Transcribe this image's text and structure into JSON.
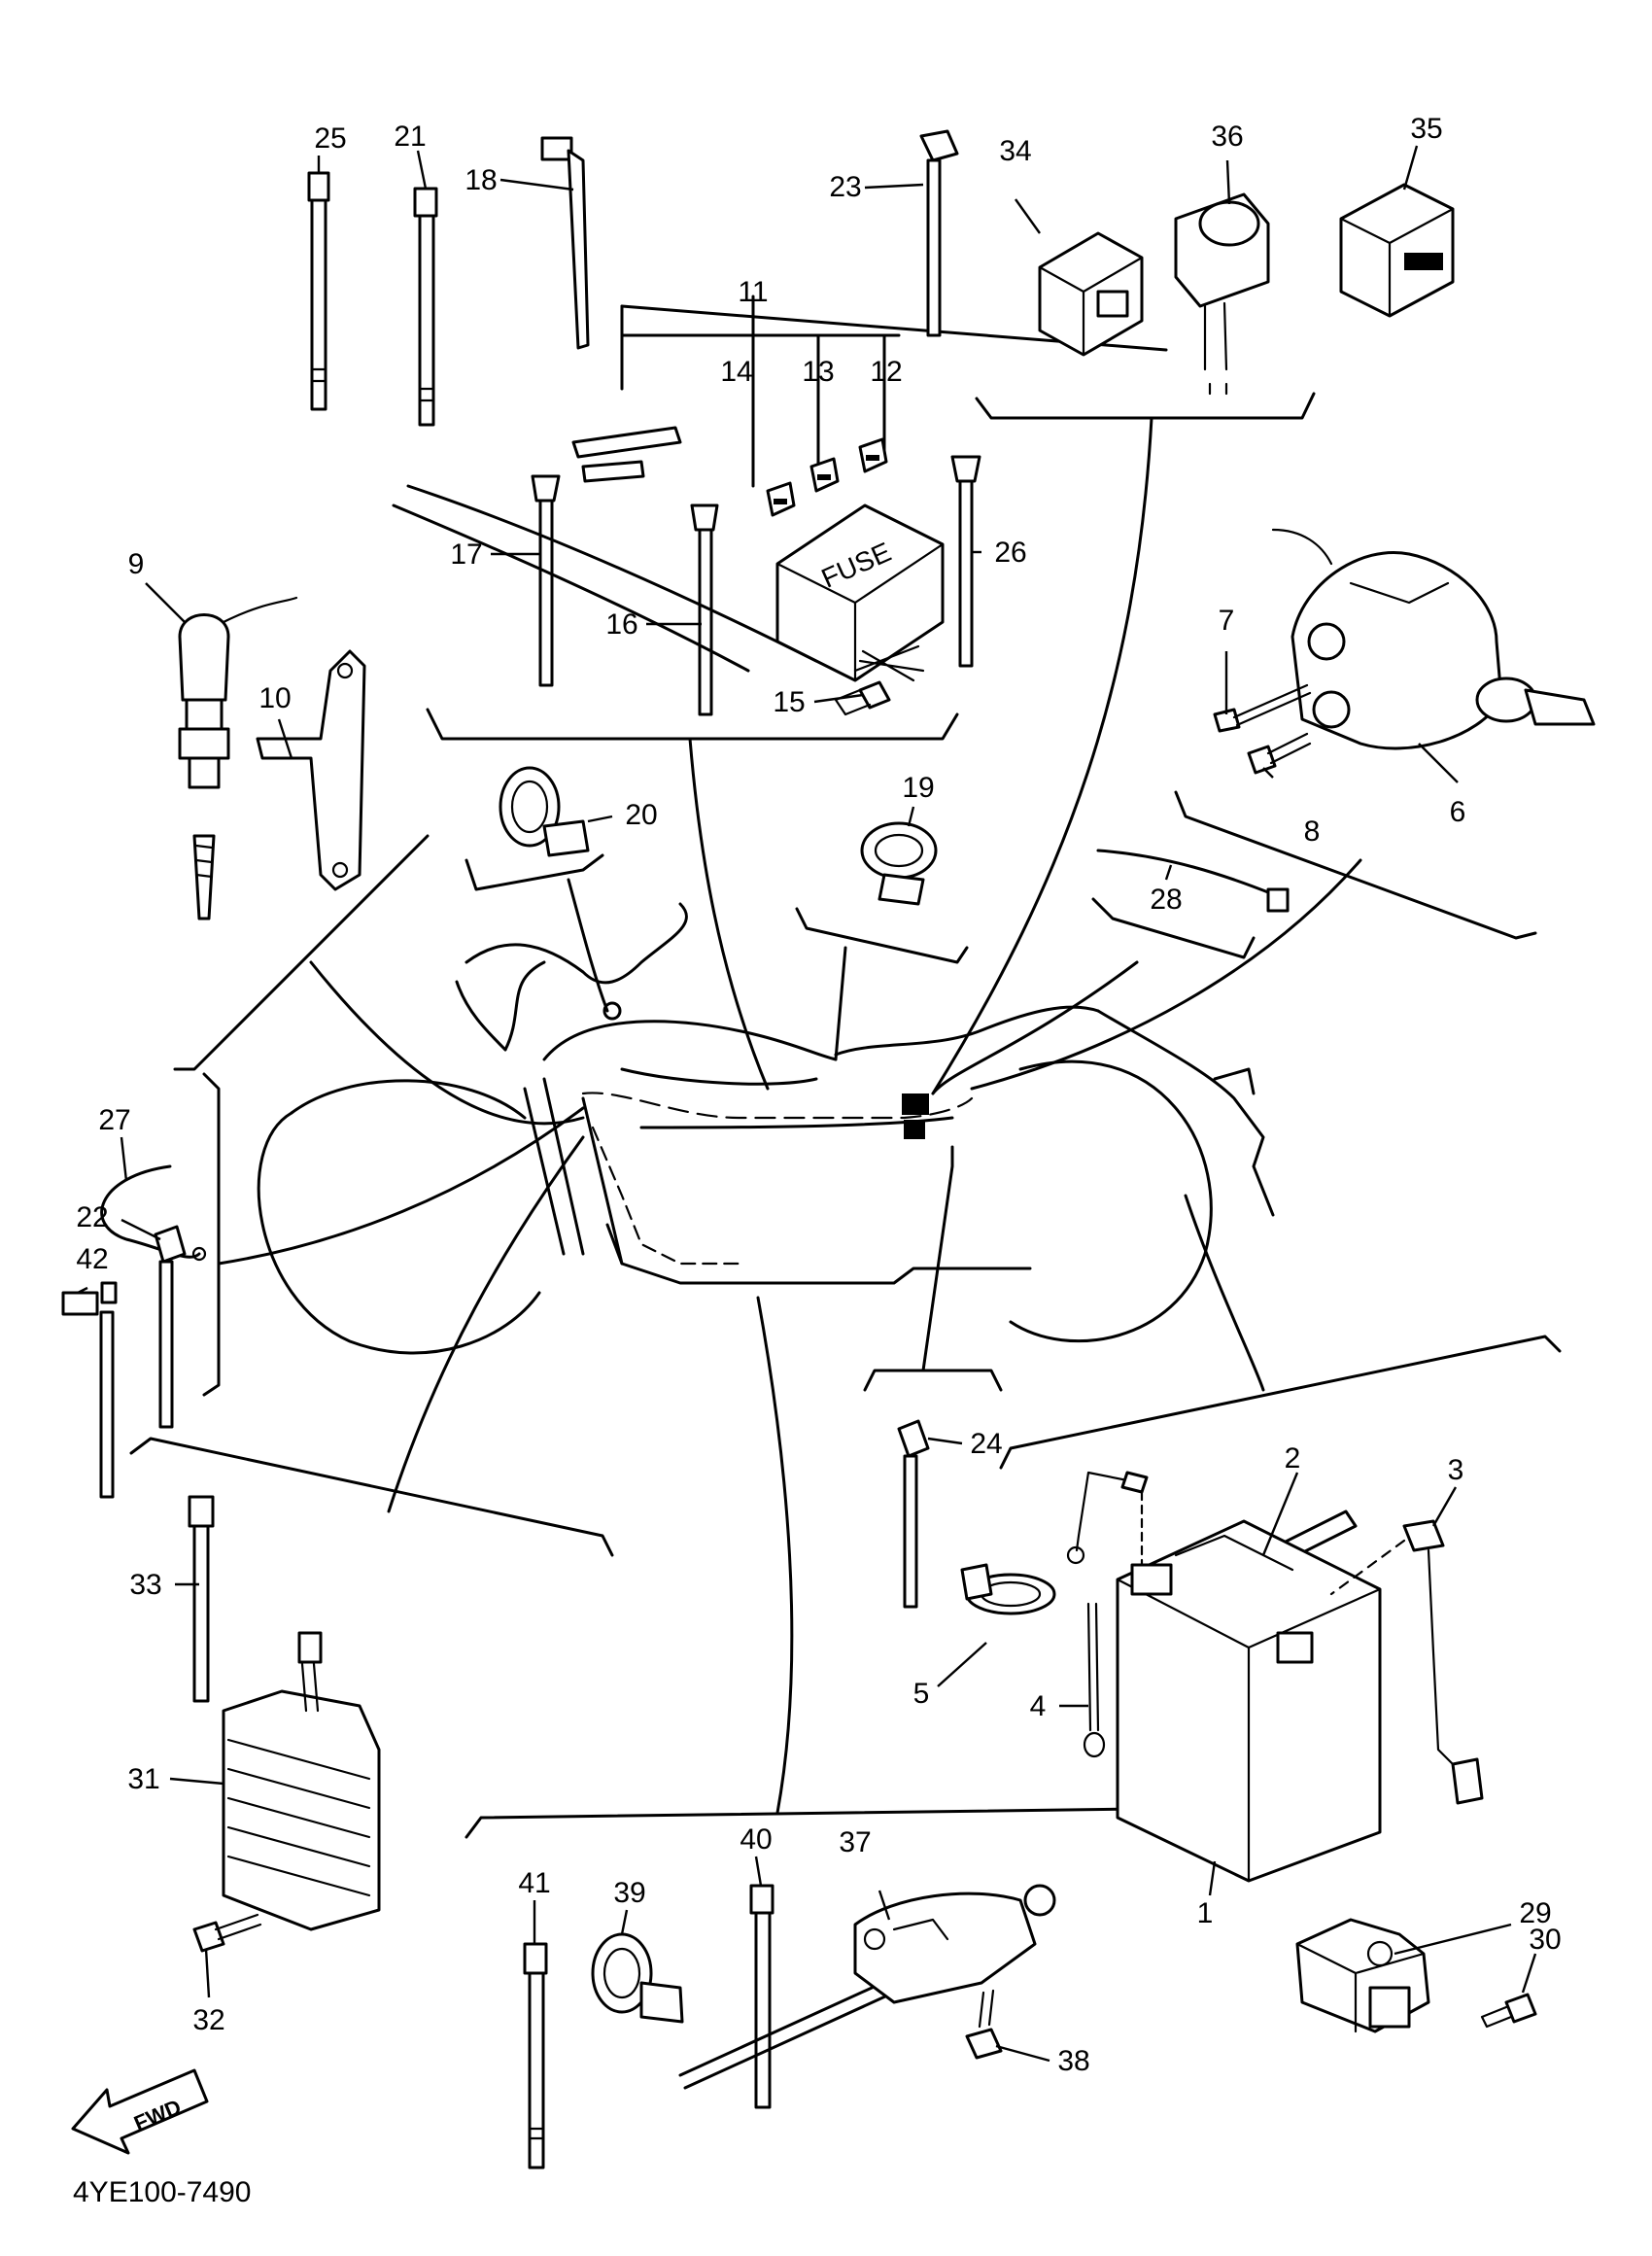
{
  "diagram": {
    "catalog_code": "4YE100-7490",
    "fwd_label": "FWD",
    "fuse_label": "FUSE",
    "callouts": [
      {
        "id": "c1",
        "label": "1"
      },
      {
        "id": "c2",
        "label": "2"
      },
      {
        "id": "c3",
        "label": "3"
      },
      {
        "id": "c4",
        "label": "4"
      },
      {
        "id": "c5",
        "label": "5"
      },
      {
        "id": "c6",
        "label": "6"
      },
      {
        "id": "c7",
        "label": "7"
      },
      {
        "id": "c8",
        "label": "8"
      },
      {
        "id": "c9",
        "label": "9"
      },
      {
        "id": "c10",
        "label": "10"
      },
      {
        "id": "c11",
        "label": "11"
      },
      {
        "id": "c12",
        "label": "12"
      },
      {
        "id": "c13",
        "label": "13"
      },
      {
        "id": "c14",
        "label": "14"
      },
      {
        "id": "c15",
        "label": "15"
      },
      {
        "id": "c16",
        "label": "16"
      },
      {
        "id": "c17",
        "label": "17"
      },
      {
        "id": "c18",
        "label": "18"
      },
      {
        "id": "c19",
        "label": "19"
      },
      {
        "id": "c20",
        "label": "20"
      },
      {
        "id": "c21",
        "label": "21"
      },
      {
        "id": "c22",
        "label": "22"
      },
      {
        "id": "c23",
        "label": "23"
      },
      {
        "id": "c24",
        "label": "24"
      },
      {
        "id": "c25",
        "label": "25"
      },
      {
        "id": "c26",
        "label": "26"
      },
      {
        "id": "c27",
        "label": "27"
      },
      {
        "id": "c28",
        "label": "28"
      },
      {
        "id": "c29",
        "label": "29"
      },
      {
        "id": "c30",
        "label": "30"
      },
      {
        "id": "c31",
        "label": "31"
      },
      {
        "id": "c32",
        "label": "32"
      },
      {
        "id": "c33",
        "label": "33"
      },
      {
        "id": "c34",
        "label": "34"
      },
      {
        "id": "c35",
        "label": "35"
      },
      {
        "id": "c36",
        "label": "36"
      },
      {
        "id": "c37",
        "label": "37"
      },
      {
        "id": "c38",
        "label": "38"
      },
      {
        "id": "c39",
        "label": "39"
      },
      {
        "id": "c40",
        "label": "40"
      },
      {
        "id": "c41",
        "label": "41"
      },
      {
        "id": "c42",
        "label": "42"
      }
    ]
  }
}
